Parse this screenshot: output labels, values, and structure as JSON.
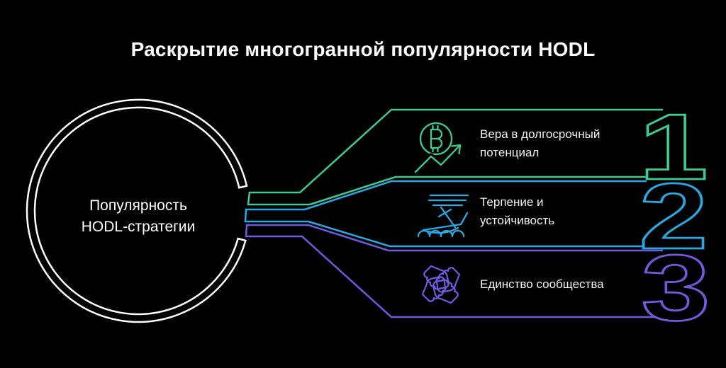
{
  "title": "Раскрытие многогранной популярности HODL",
  "hub": {
    "label_line1": "Популярность",
    "label_line2": "HODL-стратегии"
  },
  "branches": [
    {
      "number": "1",
      "color": "#3ecb8d",
      "icon": "bitcoin-growth-icon",
      "line1": "Вера в долгосрочный",
      "line2": "потенциал"
    },
    {
      "number": "2",
      "color": "#29a9e2",
      "icon": "ship-resilience-icon",
      "line1": "Терпение и",
      "line2": "устойчивость"
    },
    {
      "number": "3",
      "color": "#6e5be0",
      "icon": "hands-unity-icon",
      "line1": "Единство сообщества",
      "line2": ""
    }
  ],
  "colors": {
    "background": "#000000",
    "ring": "#ffffff",
    "text": "#f2f2f2",
    "green": "#3ecb8d",
    "blue": "#29a9e2",
    "purple": "#6e5be0"
  }
}
